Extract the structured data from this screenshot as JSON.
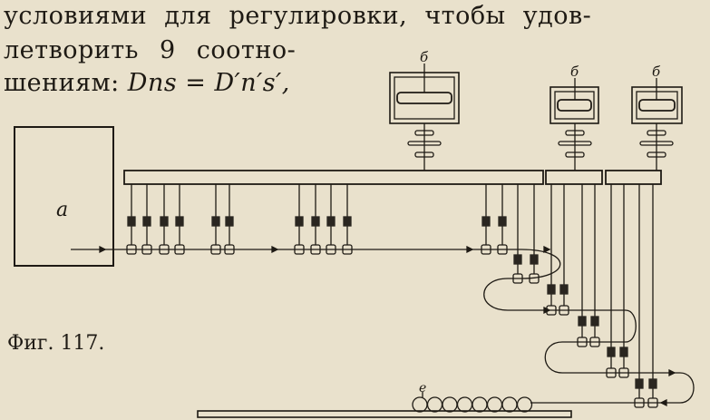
{
  "text": {
    "line1": "условиями для регулировки, чтобы удов-",
    "line2": "летворить 9 соотно-",
    "line3_prefix": "шениям: ",
    "line3_formula": "Dns = D′n′s′,"
  },
  "figure": {
    "caption": "Фиг. 117.",
    "labels": {
      "a": "а",
      "b": "б",
      "e": "е"
    }
  }
}
